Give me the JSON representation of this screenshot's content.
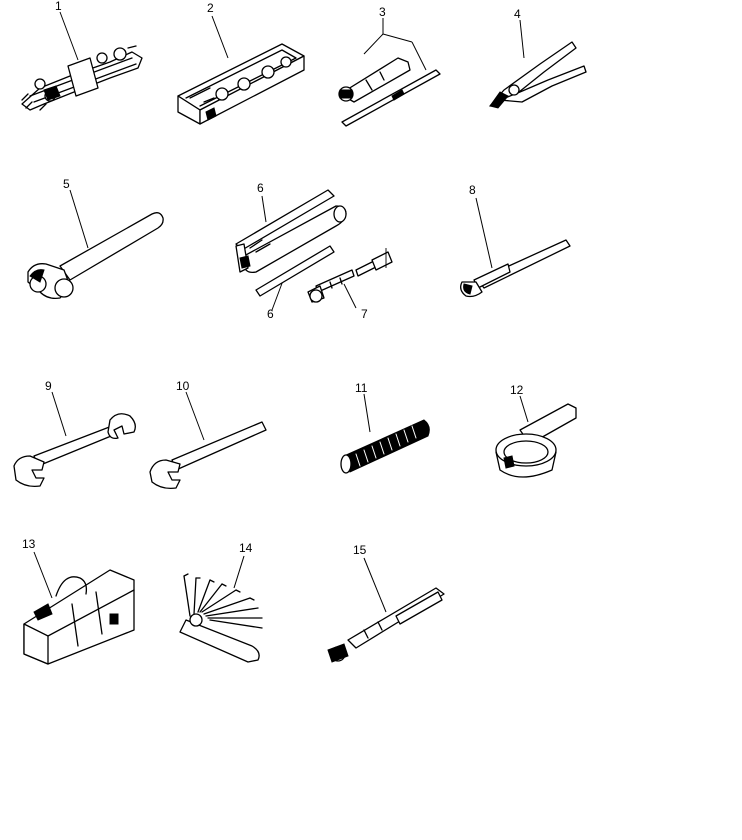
{
  "callouts": {
    "c1": "1",
    "c2": "2",
    "c3": "3",
    "c4": "4",
    "c5": "5",
    "c6a": "6",
    "c6b": "6",
    "c7": "7",
    "c8": "8",
    "c9": "9",
    "c10": "10",
    "c11": "11",
    "c12": "12",
    "c13": "13",
    "c14": "14",
    "c15": "15"
  },
  "colors": {
    "line": "#000000",
    "background": "#ffffff"
  }
}
